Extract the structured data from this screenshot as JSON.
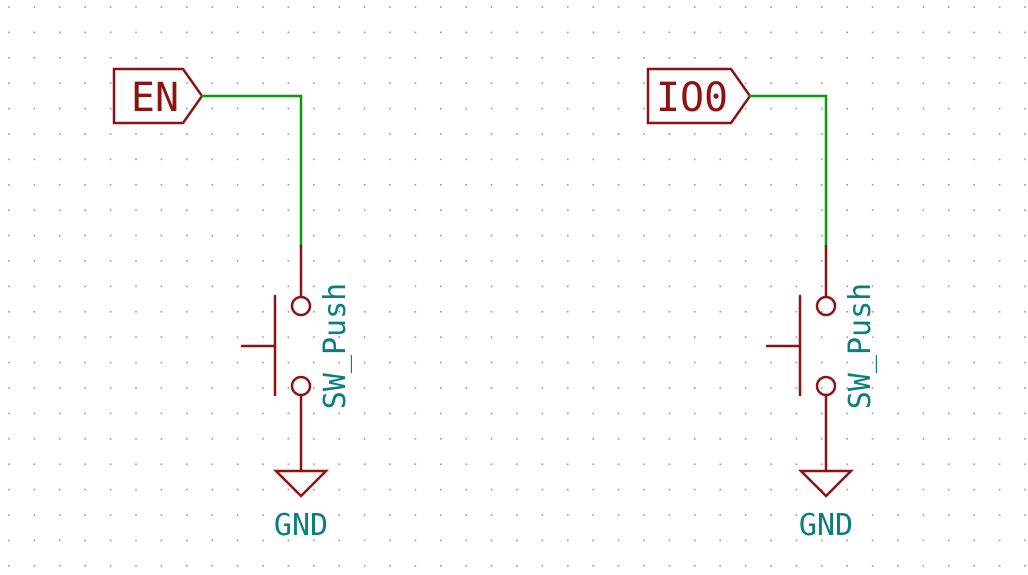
{
  "colors": {
    "background": "#ffffff",
    "grid_dot": "#9a9a9a",
    "wire": "#0a9a0a",
    "symbol": "#8e1212",
    "label_text": "#0a7f7f"
  },
  "circuits": [
    {
      "id": "en",
      "net_label": "EN",
      "switch_value": "SW_Push",
      "ground_label": "GND"
    },
    {
      "id": "io0",
      "net_label": "IO0",
      "switch_value": "SW_Push",
      "ground_label": "GND"
    }
  ]
}
